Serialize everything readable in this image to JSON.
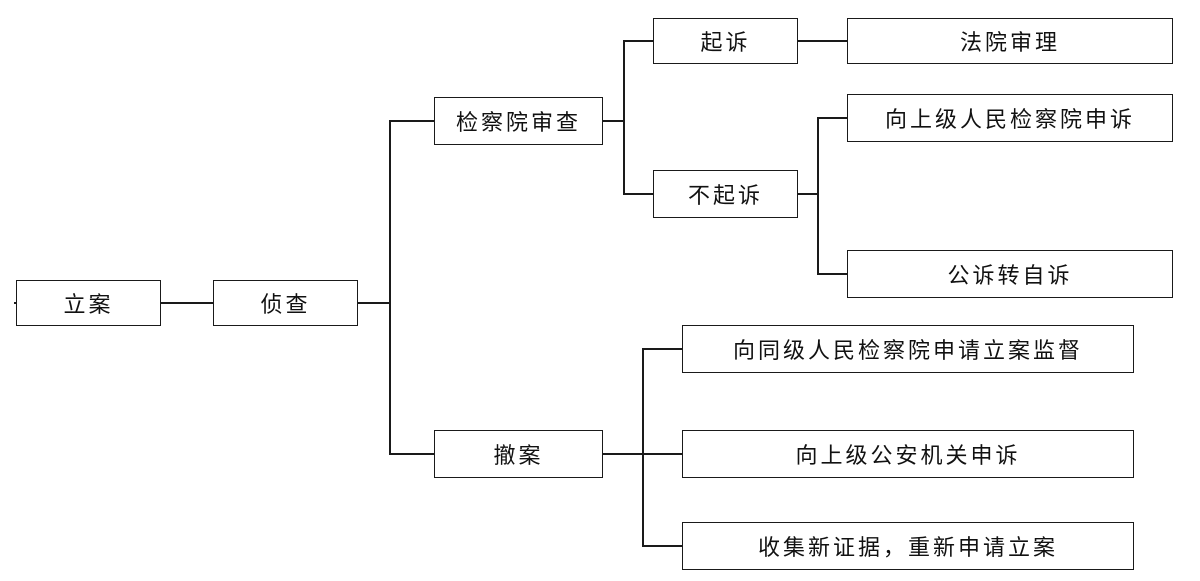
{
  "diagram": {
    "nodes": {
      "lian": "立案",
      "zhencha": "侦查",
      "jianchayuan_shencha": "检察院审查",
      "chean": "撤案",
      "qisu": "起诉",
      "buqisu": "不起诉",
      "fayuan_shenli": "法院审理",
      "xiang_shangji_jianchayuan_shensu": "向上级人民检察院申诉",
      "gongsu_zhuan_zisu": "公诉转自诉",
      "xiang_tongji_jianchayuan_shenqing": "向同级人民检察院申请立案监督",
      "xiang_shangji_gongan_shensu": "向上级公安机关申诉",
      "shouji_xin_zhengju": "收集新证据，重新申请立案"
    },
    "edges": [
      [
        "lian",
        "zhencha"
      ],
      [
        "zhencha",
        "jianchayuan_shencha"
      ],
      [
        "zhencha",
        "chean"
      ],
      [
        "jianchayuan_shencha",
        "qisu"
      ],
      [
        "jianchayuan_shencha",
        "buqisu"
      ],
      [
        "qisu",
        "fayuan_shenli"
      ],
      [
        "buqisu",
        "xiang_shangji_jianchayuan_shensu"
      ],
      [
        "buqisu",
        "gongsu_zhuan_zisu"
      ],
      [
        "chean",
        "xiang_tongji_jianchayuan_shenqing"
      ],
      [
        "chean",
        "xiang_shangji_gongan_shensu"
      ],
      [
        "chean",
        "shouji_xin_zhengju"
      ]
    ],
    "line_color": "#1a1a1a",
    "box_border_color": "#1a1a1a"
  }
}
